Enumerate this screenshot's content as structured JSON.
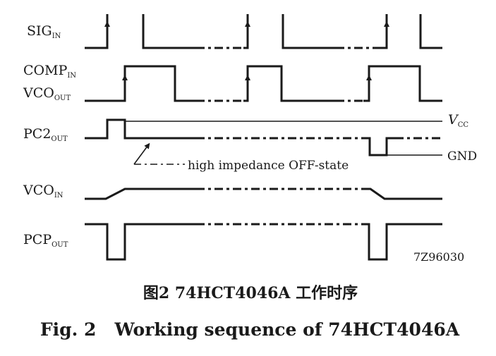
{
  "signals": [
    {
      "name": "SIG",
      "sub": "IN"
    },
    {
      "name": "COMP",
      "sub": "IN"
    },
    {
      "name": "VCO",
      "sub": "OUT"
    },
    {
      "name": "PC2",
      "sub": "OUT"
    },
    {
      "name": "VCO",
      "sub": "IN"
    },
    {
      "name": "PCP",
      "sub": "OUT"
    }
  ],
  "annotations": {
    "vcc_main": "V",
    "vcc_sub": "CC",
    "gnd": "GND",
    "high_impedance": "high impedance OFF-state",
    "code": "7Z96030"
  },
  "caption": {
    "cn": "图2  74HCT4046A 工作时序",
    "en": "Fig. 2   Working sequence of 74HCT4046A"
  }
}
